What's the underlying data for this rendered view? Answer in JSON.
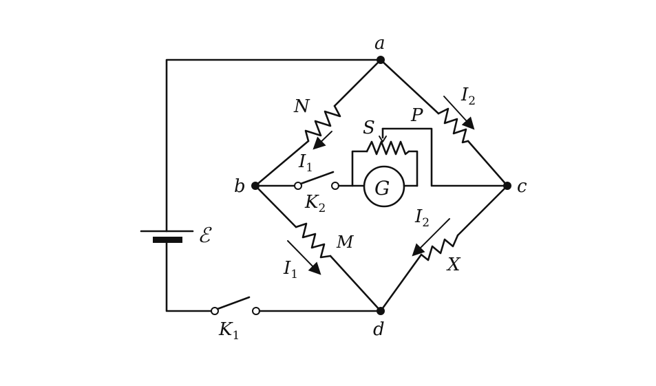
{
  "diagram": {
    "nodes": {
      "a": "a",
      "b": "b",
      "c": "c",
      "d": "d"
    },
    "resistors": {
      "N": "N",
      "P": "P",
      "M": "M",
      "X": "X",
      "S": "S"
    },
    "galvanometer": "G",
    "source": "ℰ",
    "switches": {
      "k1": {
        "main": "K",
        "sub": "1"
      },
      "k2": {
        "main": "K",
        "sub": "2"
      }
    },
    "currents": {
      "i1_top": {
        "main": "I",
        "sub": "1"
      },
      "i1_bottom": {
        "main": "I",
        "sub": "1"
      },
      "i2_top": {
        "main": "I",
        "sub": "2"
      },
      "i2_bottom": {
        "main": "I",
        "sub": "2"
      }
    }
  }
}
